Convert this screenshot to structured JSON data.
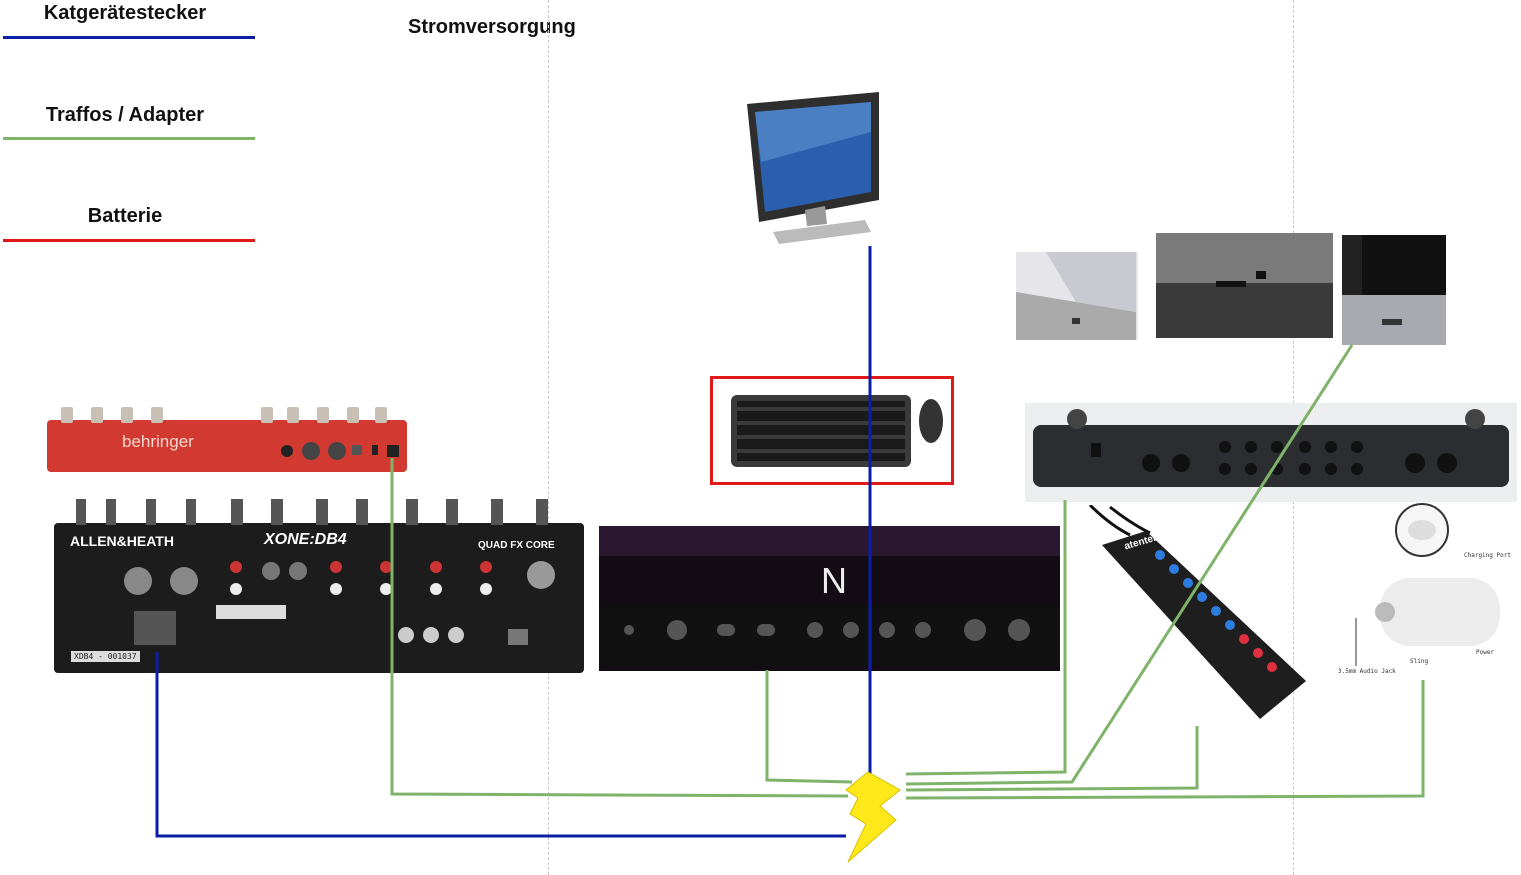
{
  "legend": {
    "items": [
      {
        "label": "Katgerätestecker",
        "color": "#0a1ea8"
      },
      {
        "label": "Traffos / Adapter",
        "color": "#7fb36a"
      },
      {
        "label": "Batterie",
        "color": "#e01818"
      }
    ]
  },
  "title": "Stromversorgung",
  "devices": {
    "synth": {
      "brand": "behringer"
    },
    "mixer": {
      "brand": "ALLEN&HEATH",
      "model": "XONE:DB4",
      "sub": "QUAD FX CORE",
      "serial": "XDB4 - 001037"
    },
    "controller": {
      "logo": "N"
    },
    "usb_hub": {
      "brand": "atenter"
    },
    "speaker": {
      "labels": [
        "Charging Port",
        "3.5mm Audio Jack",
        "Sling",
        "Power"
      ]
    }
  },
  "colors": {
    "power_symbol": "#ffe81a",
    "keyboard_frame": "#e01818"
  }
}
